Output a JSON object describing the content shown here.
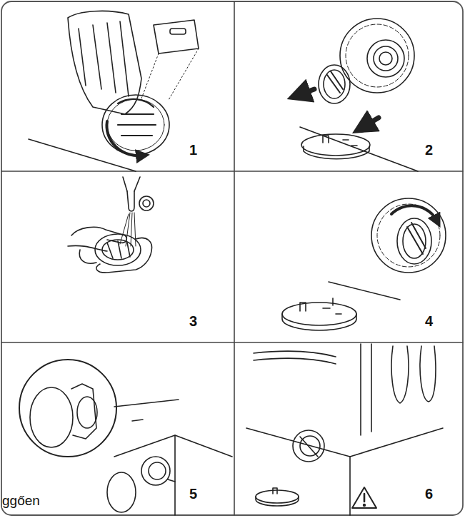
{
  "diagram": {
    "labels": [
      "1",
      "2",
      "3",
      "4",
      "5",
      "6",
      "ggően"
    ]
  }
}
